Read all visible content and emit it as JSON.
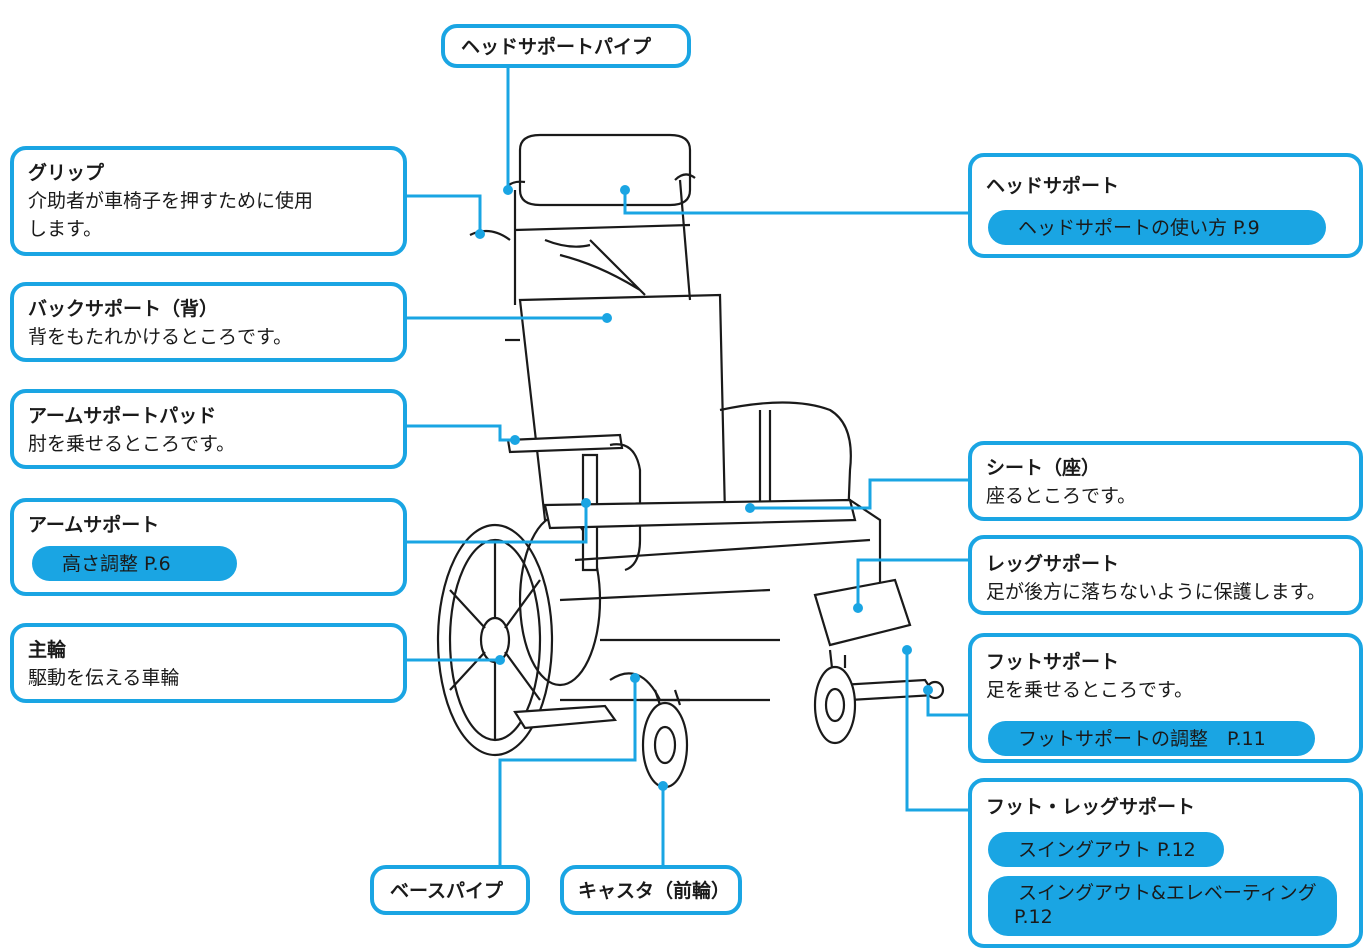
{
  "labels": {
    "head_pipe": {
      "title": "ヘッドサポートパイプ"
    },
    "grip": {
      "title": "グリップ",
      "desc": "介助者が車椅子を押すために使用します。",
      "desc_line1": "介助者が車椅子を押すために使用",
      "desc_line2": "します。"
    },
    "back_support": {
      "title": "バックサポート（背）",
      "desc": "背をもたれかけるところです。"
    },
    "arm_pad": {
      "title": "アームサポートパッド",
      "desc": "肘を乗せるところです。"
    },
    "arm_support": {
      "title": "アームサポート",
      "link": "高さ調整 P.6"
    },
    "main_wheel": {
      "title": "主輪",
      "desc": "駆動を伝える車輪"
    },
    "base_pipe": {
      "title": "ベースパイプ"
    },
    "caster": {
      "title": "キャスタ（前輪）"
    },
    "head_support": {
      "title": "ヘッドサポート",
      "link": "ヘッドサポートの使い方 P.9"
    },
    "seat": {
      "title": "シート（座）",
      "desc": "座るところです。"
    },
    "leg_support": {
      "title": "レッグサポート",
      "desc": "足が後方に落ちないように保護します。"
    },
    "foot_support": {
      "title": "フットサポート",
      "desc": "足を乗せるところです。",
      "link": "フットサポートの調整　P.11"
    },
    "foot_leg_support": {
      "title": "フット・レッグサポート",
      "link1": "スイングアウト P.12",
      "link2_line1": "スイングアウト&エレベーティング",
      "link2_line2": "P.12"
    }
  },
  "colors": {
    "accent": "#1aa5e3",
    "text": "#1a1a1a",
    "background": "#ffffff"
  }
}
